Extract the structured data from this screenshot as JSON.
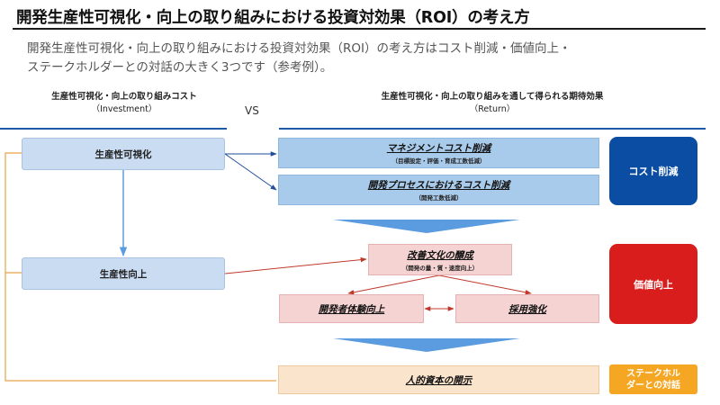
{
  "header": {
    "title": "開発生産性可視化・向上の取り組みにおける投資対効果（ROI）の考え方",
    "subtitle_line1": "開発生産性可視化・向上の取り組みにおける投資対効果（ROI）の考え方はコスト削減・価値向上・",
    "subtitle_line2": "ステークホルダーとの対話の大きく3つです（参考例）。"
  },
  "columns": {
    "left_title": "生産性可視化・向上の取り組みコスト",
    "left_sub": "（Investment）",
    "vs": "VS",
    "right_title": "生産性可視化・向上の取り組みを通して得られる期待効果",
    "right_sub": "（Return）"
  },
  "investment": {
    "visualization": "生産性可視化",
    "improvement": "生産性向上"
  },
  "returns": {
    "mgmt_cost": {
      "label": "マネジメントコスト削減",
      "sub": "（目標設定・評価・育成工数低減）"
    },
    "process_cost": {
      "label": "開発プロセスにおけるコスト削減",
      "sub": "（開発工数低減）"
    },
    "culture": {
      "label": "改善文化の醸成",
      "sub": "（開発の量・質・速度向上）"
    },
    "dev_experience": {
      "label": "開発者体験向上"
    },
    "hiring": {
      "label": "採用強化"
    },
    "human_capital": {
      "label": "人的資本の開示"
    }
  },
  "tags": {
    "cost": "コスト削減",
    "value": "価値向上",
    "stake_line1": "ステークホル",
    "stake_line2": "ダーとの対話"
  },
  "colors": {
    "cost_tag": "#0b4da2",
    "value_tag": "#d91c1c",
    "stake_tag": "#f5a623",
    "blue_arrow": "#1f4e9a",
    "red_arrow": "#c0392b",
    "orange_line": "#e8a24a",
    "chevron": "#5b9be0"
  }
}
